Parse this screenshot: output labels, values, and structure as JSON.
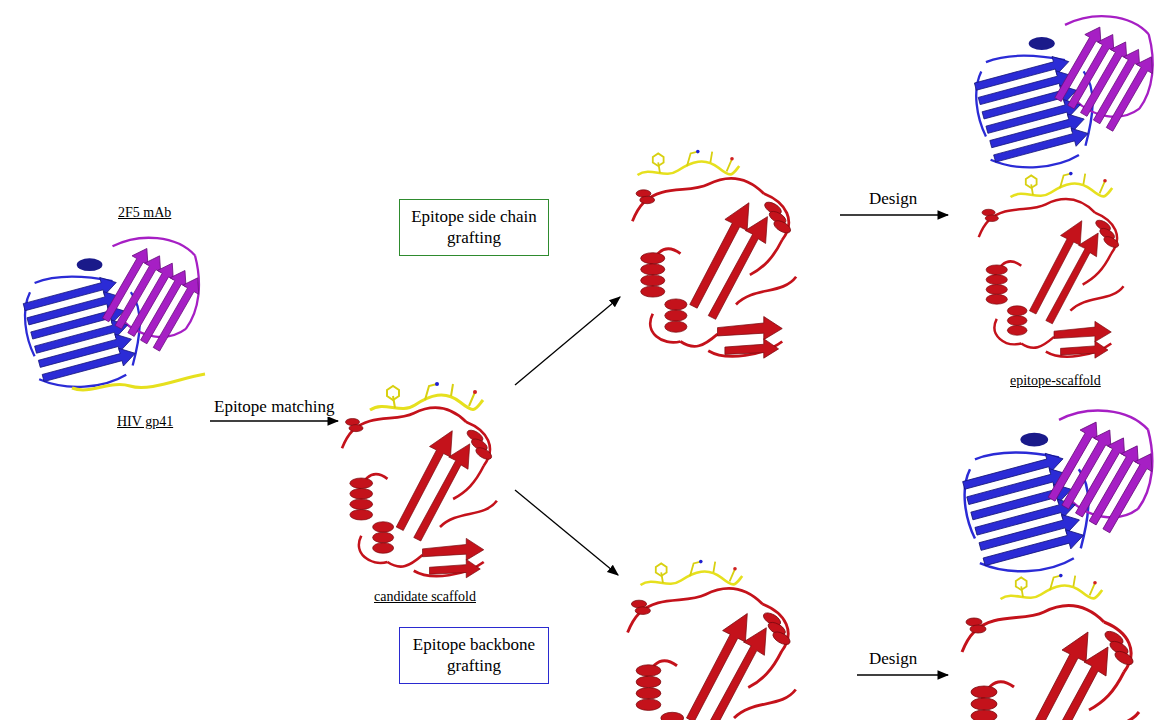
{
  "diagram": {
    "nodes": [
      {
        "text": [
          "2F5 mAb",
          "HIV gp41"
        ]
      },
      {
        "text": [
          "candidate scaffold"
        ]
      },
      {
        "text": [
          "Epitope side chain grafting"
        ]
      },
      {
        "text": [
          "epitope-scaffold"
        ]
      },
      {
        "text": [
          "Epitope backbone grafting"
        ]
      }
    ],
    "edges": [
      {
        "from": 0,
        "to": 1,
        "arrow": "to",
        "label": "Epitope matching"
      }
    ],
    "labels": [
      "Design",
      "Design"
    ]
  }
}
